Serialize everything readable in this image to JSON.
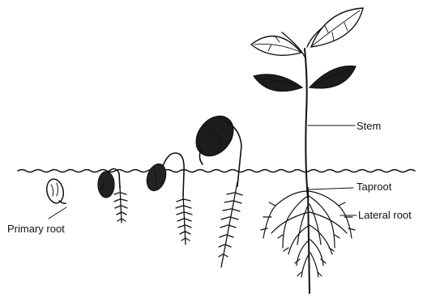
{
  "labels": {
    "primary_root": "Primary root",
    "stem": "Stem",
    "taproot": "Taproot",
    "lateral_root": "Lateral root"
  },
  "colors": {
    "ink": "#111111",
    "background": "#ffffff"
  },
  "stages": [
    "seed-with-primary-root",
    "early-seedling",
    "hooked-seedling",
    "emerging-seedling",
    "mature-seedling"
  ]
}
